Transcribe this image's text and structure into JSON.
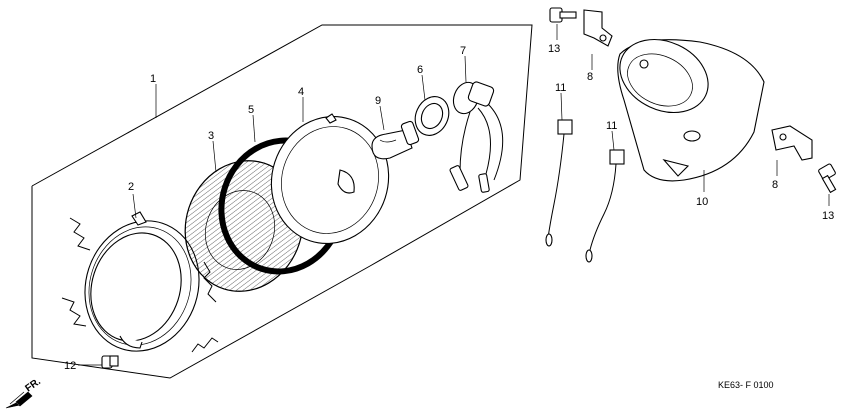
{
  "diagram": {
    "callouts": [
      {
        "id": "c1",
        "label": "1"
      },
      {
        "id": "c2",
        "label": "2"
      },
      {
        "id": "c3",
        "label": "3"
      },
      {
        "id": "c4",
        "label": "4"
      },
      {
        "id": "c5",
        "label": "5"
      },
      {
        "id": "c6",
        "label": "6"
      },
      {
        "id": "c7",
        "label": "7"
      },
      {
        "id": "c8a",
        "label": "8"
      },
      {
        "id": "c8b",
        "label": "8"
      },
      {
        "id": "c9",
        "label": "9"
      },
      {
        "id": "c10",
        "label": "10"
      },
      {
        "id": "c11a",
        "label": "11"
      },
      {
        "id": "c11b",
        "label": "11"
      },
      {
        "id": "c12",
        "label": "12"
      },
      {
        "id": "c13a",
        "label": "13"
      },
      {
        "id": "c13b",
        "label": "13"
      }
    ],
    "direction_label": "FR.",
    "diagram_code": "KE63- F 0100"
  }
}
